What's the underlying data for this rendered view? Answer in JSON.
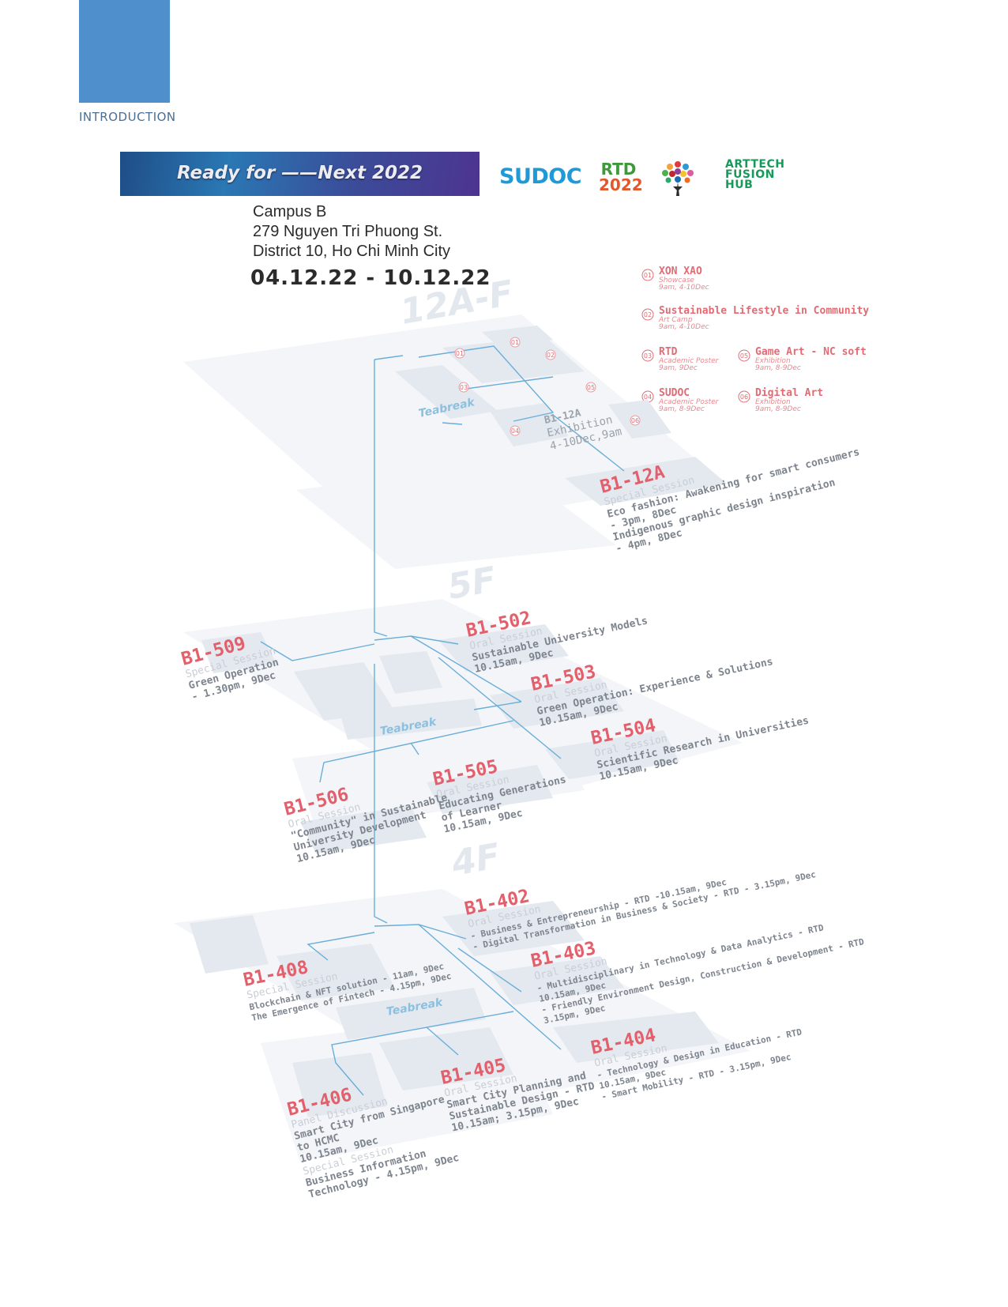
{
  "header": {
    "section": "INTRODUCTION"
  },
  "banner": {
    "title": "Ready for ——Next 2022"
  },
  "logos": {
    "sudoc": "SUDOC",
    "rtd_top": "RTD",
    "rtd_bottom": "2022",
    "arttech_1": "ARTTECH",
    "arttech_2": "FUSION",
    "arttech_3": "HUB"
  },
  "address": {
    "line1": "Campus B",
    "line2": "279 Nguyen Tri Phuong St.",
    "line3": "District 10, Ho Chi Minh City"
  },
  "dates": "04.12.22 - 10.12.22",
  "legend": [
    {
      "num": "01",
      "title": "XON XAO",
      "type": "Showcase",
      "time": "9am, 4-10Dec"
    },
    {
      "num": "02",
      "title": "Sustainable Lifestyle in Community",
      "type": "Art Camp",
      "time": "9am, 4-10Dec"
    },
    {
      "num": "03",
      "title": "RTD",
      "type": "Academic Poster",
      "time": "9am, 9Dec"
    },
    {
      "num": "04",
      "title": "SUDOC",
      "type": "Academic Poster",
      "time": "9am, 8-9Dec"
    },
    {
      "num": "05",
      "title": "Game Art - NC soft",
      "type": "Exhibition",
      "time": "9am, 8-9Dec"
    },
    {
      "num": "06",
      "title": "Digital Art",
      "type": "Exhibition",
      "time": "9am, 8-9Dec"
    }
  ],
  "floors": {
    "f12": {
      "label": "12A-F",
      "teabreak": "Teabreak",
      "markers": [
        "01",
        "01",
        "02",
        "03",
        "05",
        "04",
        "06"
      ],
      "exhibition": {
        "room": "B1-12A",
        "l1": "Exhibition",
        "l2": "4-10Dec,9am"
      },
      "special": {
        "room": "B1-12A",
        "session": "Special Session",
        "l1": "Eco fashion: Awakening for smart consumers",
        "l2": "- 3pm, 8Dec",
        "l3": "Indigenous graphic design inspiration",
        "l4": "- 4pm, 8Dec"
      }
    },
    "f5": {
      "label": "5F",
      "teabreak": "Teabreak",
      "b509": {
        "room": "B1-509",
        "session": "Special Session",
        "l1": "Green Operation",
        "l2": "- 1.30pm, 9Dec"
      },
      "b502": {
        "room": "B1-502",
        "session": "Oral Session",
        "l1": "Sustainable University Models",
        "l2": "10.15am, 9Dec"
      },
      "b503": {
        "room": "B1-503",
        "session": "Oral Session",
        "l1": "Green Operation: Experience & Solutions",
        "l2": "10.15am, 9Dec"
      },
      "b504": {
        "room": "B1-504",
        "session": "Oral Session",
        "l1": "Scientific Research in Universities",
        "l2": "10.15am, 9Dec"
      },
      "b505": {
        "room": "B1-505",
        "session": "Oral Session",
        "l1": "Educating Generations",
        "l2": "of Learner",
        "l3": "10.15am, 9Dec"
      },
      "b506": {
        "room": "B1-506",
        "session": "Oral Session",
        "l1": "\"Community\" in Sustainable",
        "l2": "University Development",
        "l3": "10.15am, 9Dec"
      }
    },
    "f4": {
      "label": "4F",
      "teabreak": "Teabreak",
      "b402": {
        "room": "B1-402",
        "session": "Oral Session",
        "l1": "- Business & Entrepreneurship - RTD -10.15am, 9Dec",
        "l2": "- Digital Transformation in Business & Society - RTD - 3.15pm, 9Dec"
      },
      "b403": {
        "room": "B1-403",
        "session": "Oral Session",
        "l1": "- Multidisciplinary in Technology & Data Analytics - RTD",
        "l2": "10.15am, 9Dec",
        "l3": "- Friendly Environment Design, Construction & Development - RTD",
        "l4": "3.15pm, 9Dec"
      },
      "b404": {
        "room": "B1-404",
        "session": "Oral Session",
        "l1": "- Technology & Design in Education - RTD",
        "l2": "10.15am, 9Dec",
        "l3": "- Smart Mobility - RTD - 3.15pm, 9Dec"
      },
      "b408": {
        "room": "B1-408",
        "session": "Special Session",
        "l1": "Blockchain & NFT solution - 11am, 9Dec",
        "l2": "The Emergence of Fintech - 4.15pm, 9Dec"
      },
      "b405": {
        "room": "B1-405",
        "session": "Oral Session",
        "l1": "Smart City Planning and",
        "l2": "Sustainable Design - RTD",
        "l3": "10.15am; 3.15pm, 9Dec"
      },
      "b406": {
        "room": "B1-406",
        "session": "Panel Discussion",
        "l1": "Smart City from Singapore",
        "l2": "to HCMC",
        "l3": "10.15am, 9Dec",
        "session2": "Special Session",
        "l4": "Business Information",
        "l5": "Technology - 4.15pm, 9Dec"
      }
    }
  }
}
